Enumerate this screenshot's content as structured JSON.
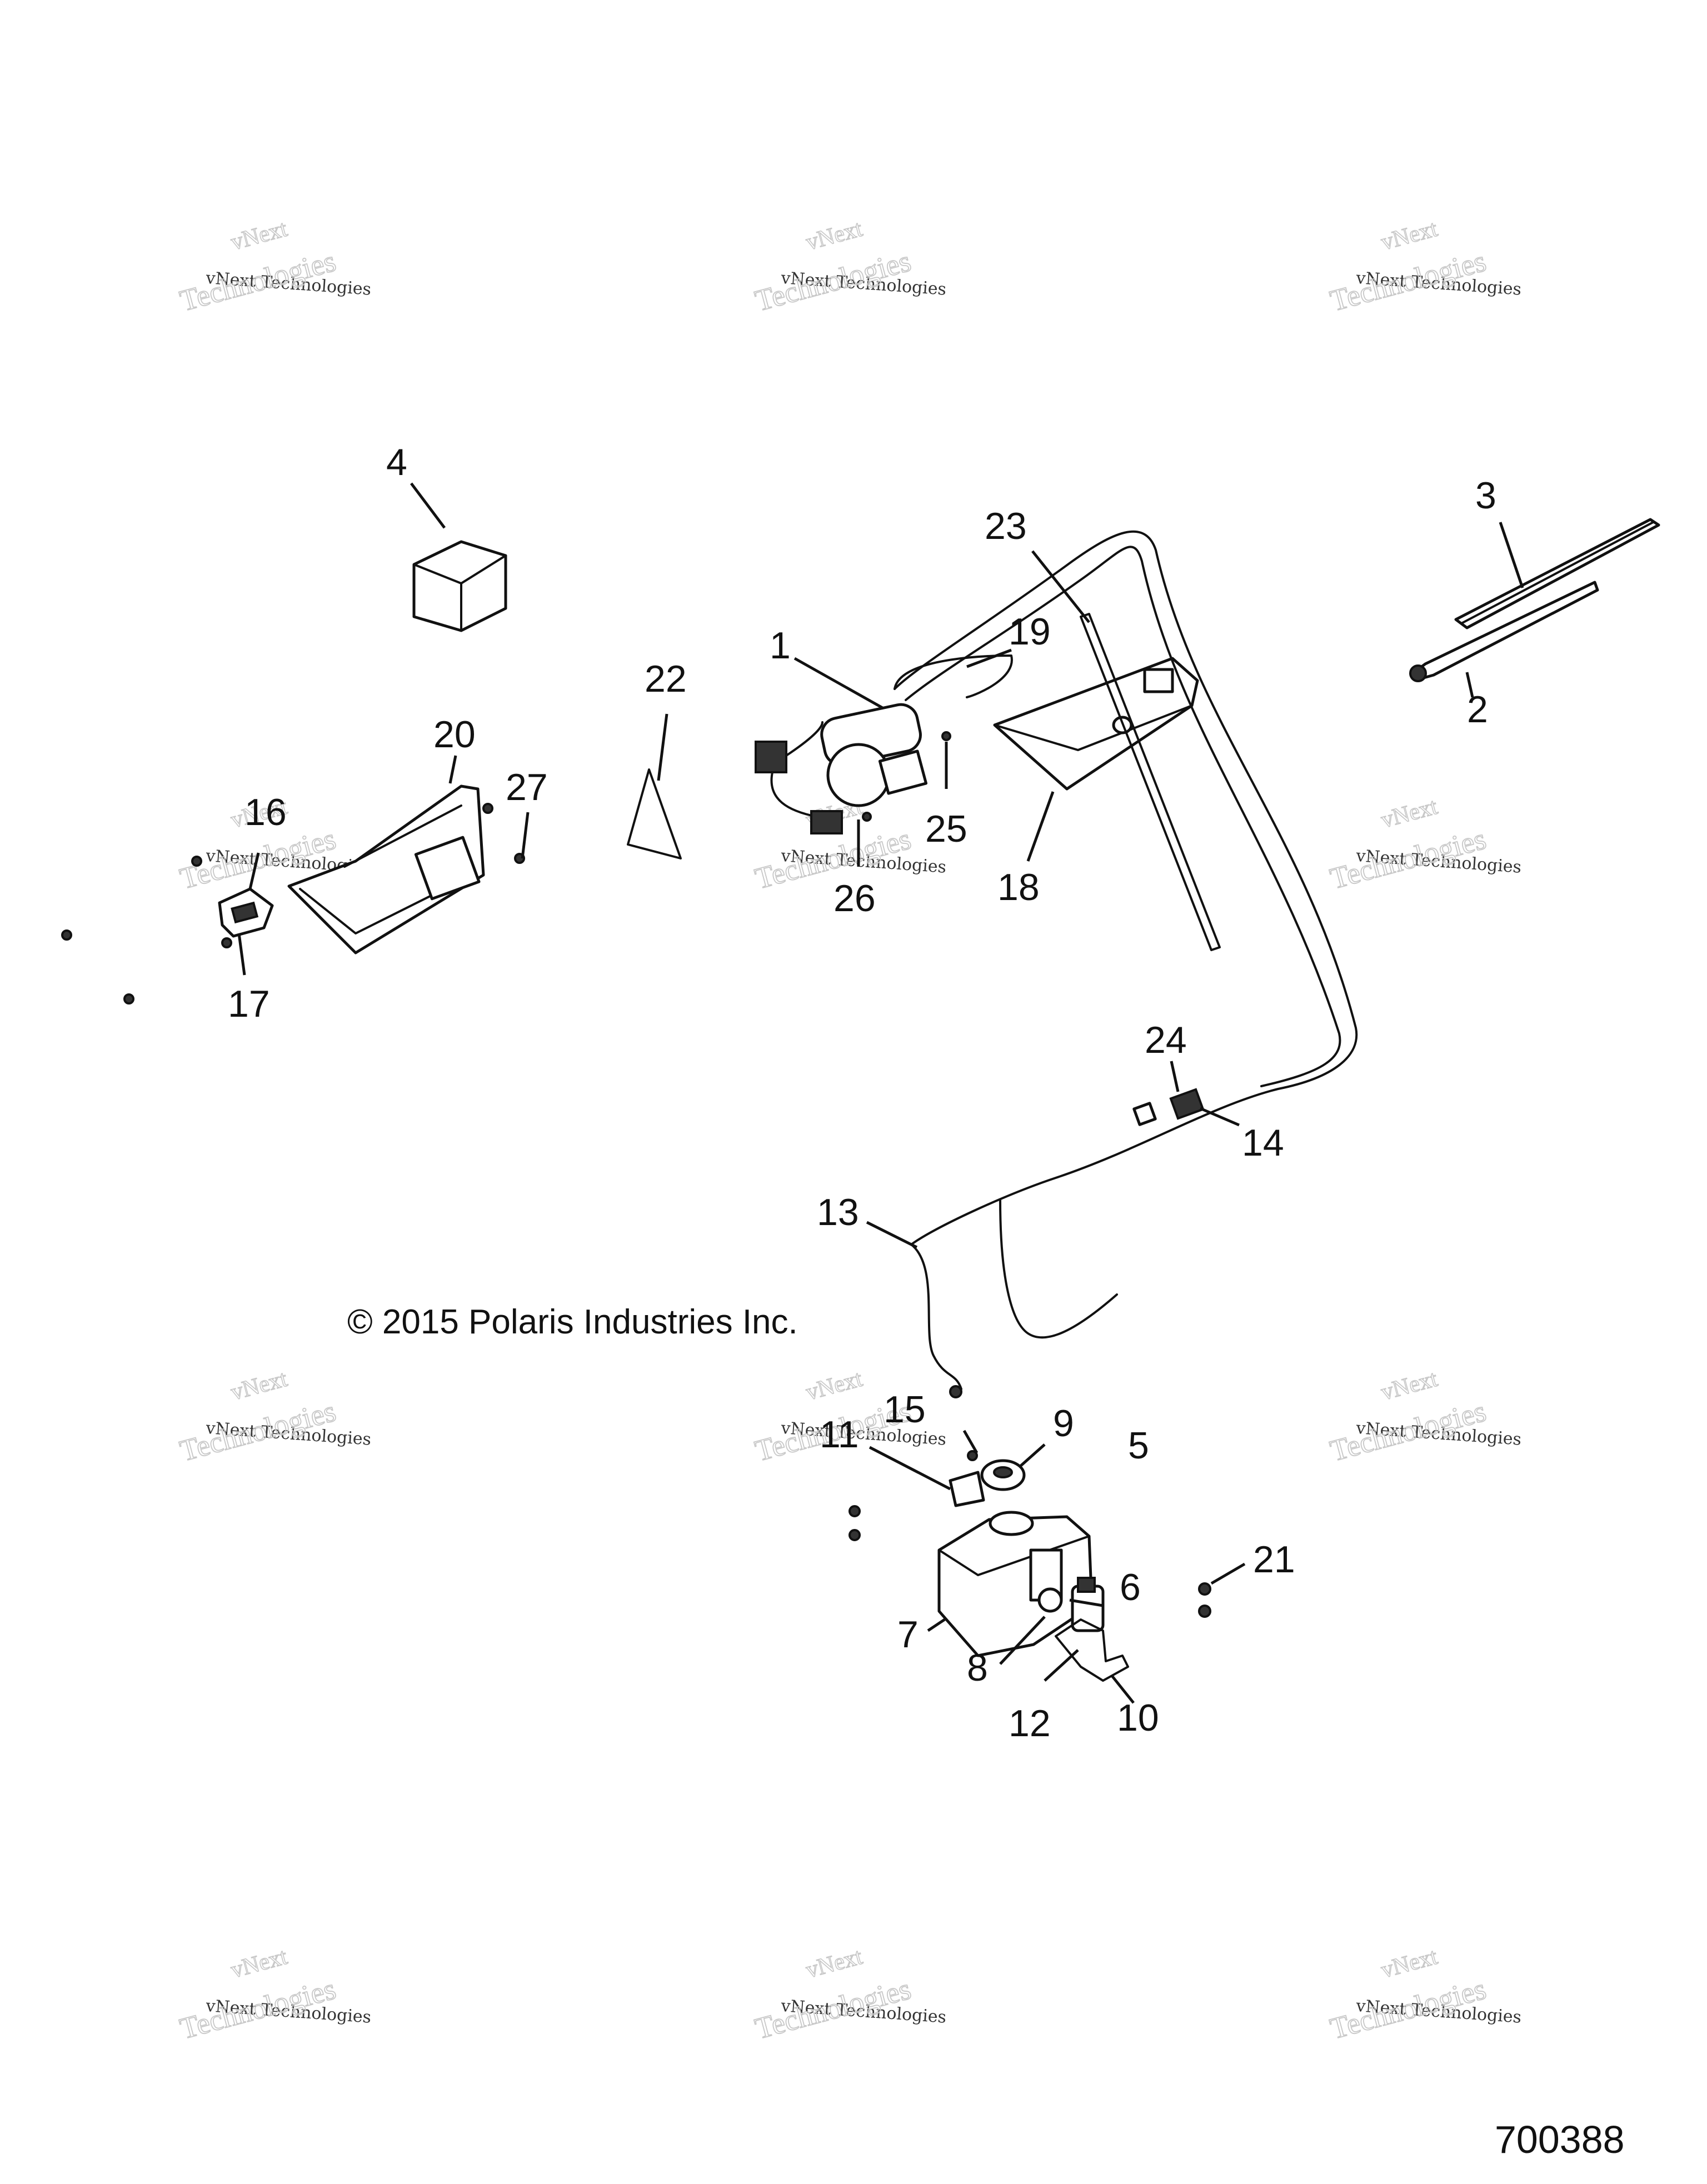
{
  "watermark": {
    "line1": "vNext",
    "line2": "vNext Technologies",
    "line3": "Technologies"
  },
  "copyright": "© 2015 Polaris Industries Inc.",
  "figure_number": "700388",
  "callouts": [
    {
      "n": "1"
    },
    {
      "n": "2"
    },
    {
      "n": "3"
    },
    {
      "n": "4"
    },
    {
      "n": "5"
    },
    {
      "n": "6"
    },
    {
      "n": "7"
    },
    {
      "n": "8"
    },
    {
      "n": "9"
    },
    {
      "n": "10"
    },
    {
      "n": "11"
    },
    {
      "n": "12"
    },
    {
      "n": "13"
    },
    {
      "n": "14"
    },
    {
      "n": "15"
    },
    {
      "n": "16"
    },
    {
      "n": "17"
    },
    {
      "n": "18"
    },
    {
      "n": "19"
    },
    {
      "n": "20"
    },
    {
      "n": "21"
    },
    {
      "n": "22"
    },
    {
      "n": "23"
    },
    {
      "n": "24"
    },
    {
      "n": "25"
    },
    {
      "n": "26"
    },
    {
      "n": "27"
    }
  ]
}
